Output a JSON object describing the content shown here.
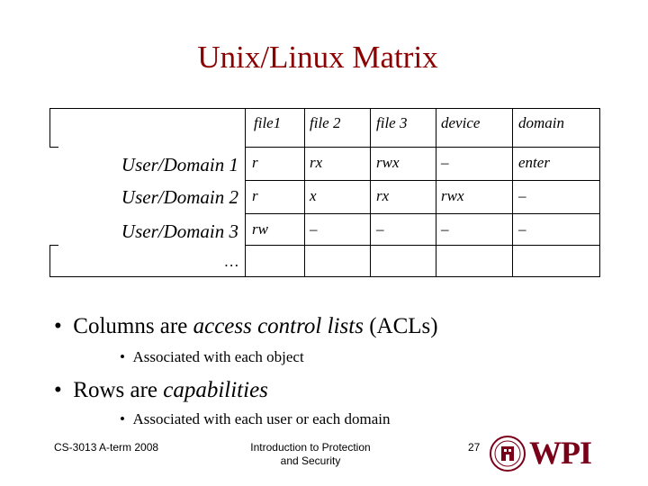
{
  "title": "Unix/Linux Matrix",
  "matrix": {
    "columns": [
      "file1",
      "file 2",
      "file 3",
      "device",
      "domain"
    ],
    "rows": [
      {
        "label": "User/Domain 1",
        "cells": [
          "r",
          "rx",
          "rwx",
          "–",
          "enter"
        ]
      },
      {
        "label": "User/Domain 2",
        "cells": [
          "r",
          "x",
          "rx",
          "rwx",
          "–"
        ]
      },
      {
        "label": "User/Domain 3",
        "cells": [
          "rw",
          "–",
          "–",
          "–",
          "–"
        ]
      },
      {
        "label": "…",
        "cells": [
          "",
          "",
          "",
          "",
          ""
        ]
      }
    ]
  },
  "bullets": [
    {
      "text_plain": "Columns are ",
      "text_em": "access control lists",
      "text_tail": " (ACLs)",
      "sub": "Associated with each object"
    },
    {
      "text_plain": "Rows are ",
      "text_em": "capabilities",
      "text_tail": "",
      "sub": "Associated with each user or each domain"
    }
  ],
  "footer": {
    "course": "CS-3013 A-term 2008",
    "topic_line1": "Introduction to Protection",
    "topic_line2": "and Security",
    "page": "27",
    "logo_text": "WPI"
  },
  "colors": {
    "title": "#8b0000",
    "logo": "#7a0019"
  }
}
